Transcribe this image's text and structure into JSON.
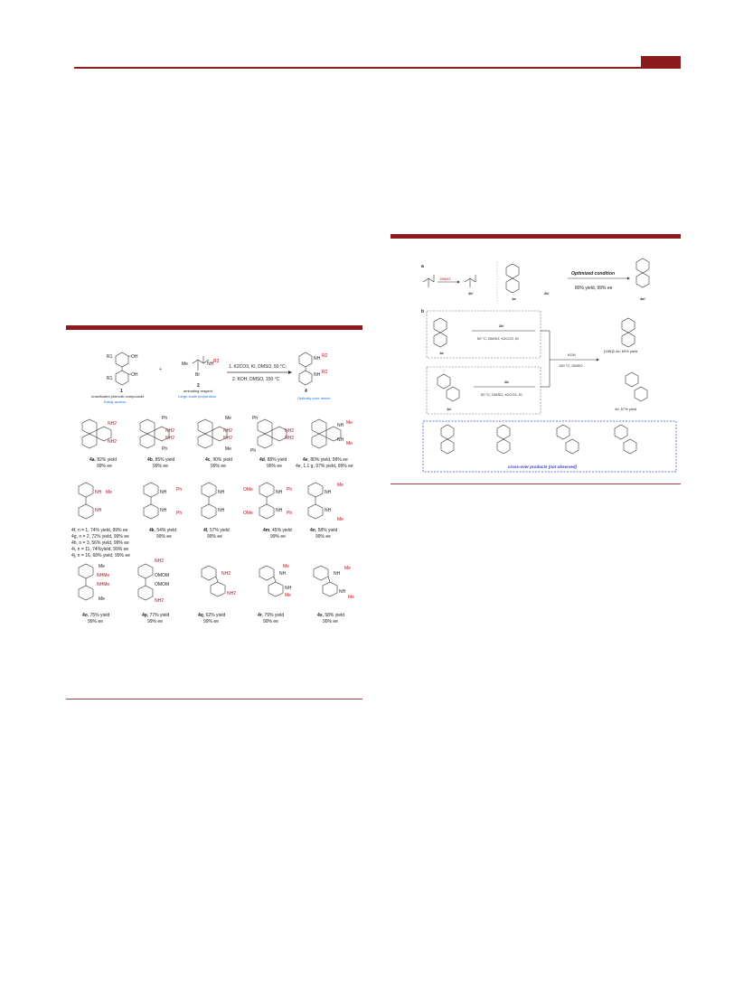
{
  "header": {
    "accent_color": "#8b1a1a"
  },
  "left_scheme": {
    "reaction": {
      "reagent_label_top": "1. K2CO3, KI, DMSO, 50 °C;",
      "reagent_label_bottom": "2. KOH, DMSO, 150 °C",
      "plus": "+",
      "sm1_num": "1",
      "sm1_desc": "unactivated phenolic compounds",
      "sm1_tag": "Easily access",
      "sm2_num": "2",
      "sm2_desc": "aminating reagent",
      "sm2_tag": "Large-scale preparation",
      "prod_num": "4",
      "prod_tag": "Optically pure amine",
      "r1": "R1",
      "r2": "R2",
      "oh": "OH",
      "me": "Me",
      "br": "Br",
      "nh": "NH"
    },
    "products": [
      {
        "id": "4a",
        "line1": ", 82% yield",
        "line2": "99% ee"
      },
      {
        "id": "4b",
        "line1": ", 85% yield",
        "line2": "99% ee"
      },
      {
        "id": "4c",
        "line1": ", 90% yield",
        "line2": "99% ee"
      },
      {
        "id": "4d",
        "line1": ", 88% yield",
        "line2": "99% ee"
      },
      {
        "id": "4e",
        "line1": ", 80% yield, 99% ee",
        "line2": "4e, 1.1 g, 97% yield, 99% ee"
      },
      {
        "id": "4k",
        "line1": ", 54% yield",
        "line2": "99% ee"
      },
      {
        "id": "4l",
        "line1": ", 57% yield",
        "line2": "99% ee"
      },
      {
        "id": "4m",
        "line1": ", 45% yield",
        "line2": "99% ee"
      },
      {
        "id": "4n",
        "line1": ", 58% yield",
        "line2": "99% ee"
      },
      {
        "id": "4o",
        "line1": ", 75% yield",
        "line2": "99% ee"
      },
      {
        "id": "4p",
        "line1": ", 77% yield",
        "line2": "99% ee"
      },
      {
        "id": "4q",
        "line1": ", 62% yield",
        "line2": "99% ee"
      },
      {
        "id": "4r",
        "line1": ", 79% yield",
        "line2": "99% ee"
      },
      {
        "id": "4s",
        "line1": ", 58% yield",
        "line2": "99% ee"
      }
    ],
    "series_4f_4j": [
      "4f, n = 1, 74% yield, 99% ee",
      "4g, n = 2, 72% yield, 99% ee",
      "4h, n = 3, 56% yield, 99% ee",
      "4i, n = 11, 74%yield, 99% ee",
      "4j, n = 16, 68% yield, 99% ee"
    ],
    "labels": {
      "nh2": "NH2",
      "ph": "Ph",
      "ome": "OMe",
      "omom": "OMOM",
      "nhme": "NHMe",
      "me": "Me",
      "nh": "NH"
    }
  },
  "right_scheme": {
    "part_a": {
      "label": "a",
      "reagent": "15NH3",
      "int_label": "2b'",
      "sm_label": "1a",
      "condition": "Optimized condition",
      "result": "80% yield, 99% ee",
      "product": "4a*"
    },
    "part_b": {
      "label": "b",
      "sm_top": "1a",
      "sm_top_reagent": "2b'",
      "cond_top": "50 °C, DMSO, K2CO3, KI",
      "sm_bottom": "1d",
      "sm_bottom_reagent": "2b",
      "cond_bottom": "50 °C, DMSO, K2CO3, KI",
      "koh": "KOH",
      "koh_cond": "150 °C, DMSO",
      "prod1": "[15N]2-4a, 60% yield",
      "prod2": "4d, 57% yield",
      "crossover": "cross-over products (not observed)"
    }
  }
}
